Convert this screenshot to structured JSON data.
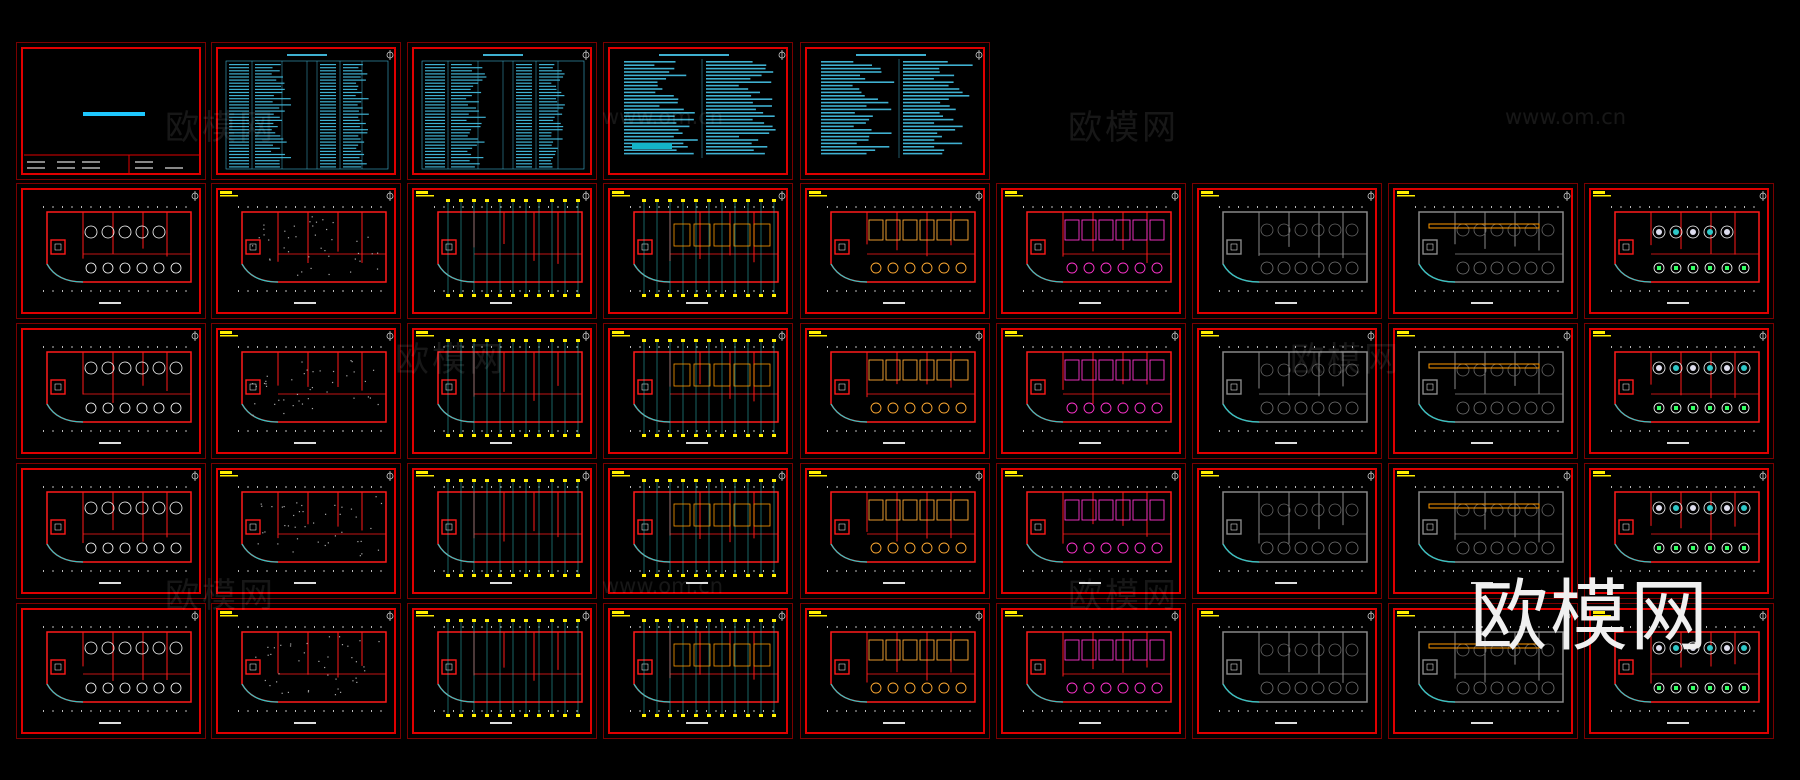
{
  "watermark": {
    "brand_cn": "欧模网",
    "url": "www.om.cn"
  },
  "logo": {
    "text": "欧模网"
  },
  "colors": {
    "background": "#000000",
    "frame": "#e00000",
    "table_cyan": "#3fb0d0",
    "wall_red": "#ff1a1a",
    "dim_cyan": "#2ec8c8",
    "marker_yellow": "#ffee00",
    "furniture_white": "#ffffff",
    "grey_plan": "#888888",
    "magenta": "#ff33cc",
    "orange": "#ff9900",
    "green": "#33ff66"
  },
  "drawing_set": {
    "cover_sheet": {
      "icon": "cover-sheet",
      "title_bar_color": "#1ec8ff"
    },
    "index_tables": 4,
    "plan_rows": 4,
    "plans_per_row": 9,
    "plan_styles": [
      "furniture",
      "floor",
      "ceiling-grid",
      "ceiling-zones",
      "lighting-red",
      "lighting-magenta",
      "grey-outline",
      "grey-highlight",
      "color-furniture"
    ]
  }
}
